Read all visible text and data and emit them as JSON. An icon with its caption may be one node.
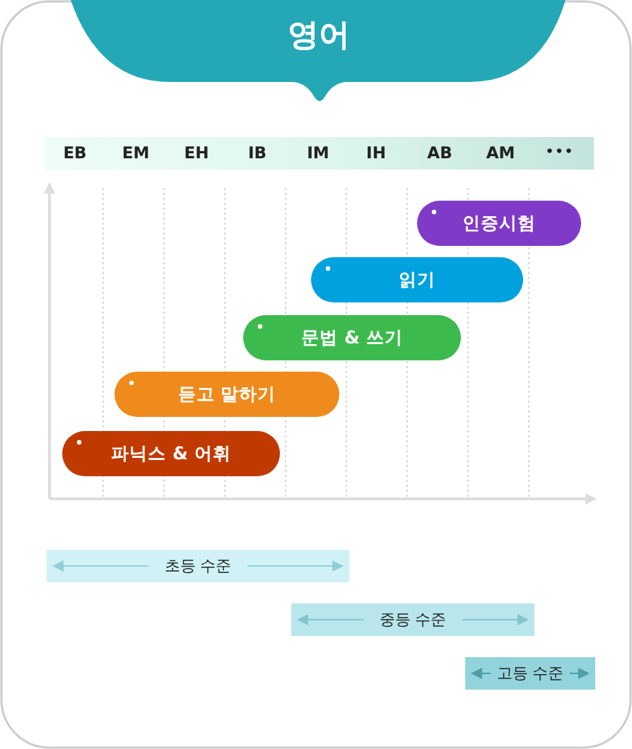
{
  "diagram": {
    "title": "영어",
    "nodes": [
      {
        "text": [
          "인증시험"
        ]
      },
      {
        "text": [
          "읽기"
        ]
      },
      {
        "text": [
          "문법 & 쓰기"
        ]
      },
      {
        "text": [
          "듣고 말하기"
        ]
      },
      {
        "text": [
          "파닉스 & 어휘"
        ]
      },
      {
        "text": [
          "초등 수준"
        ]
      },
      {
        "text": [
          "중등 수준"
        ]
      },
      {
        "text": [
          "고등 수준"
        ]
      }
    ],
    "edges": [],
    "labels": [
      "EB",
      "EM",
      "EH",
      "IB",
      "IM",
      "IH",
      "AB",
      "AM",
      "•••"
    ]
  }
}
